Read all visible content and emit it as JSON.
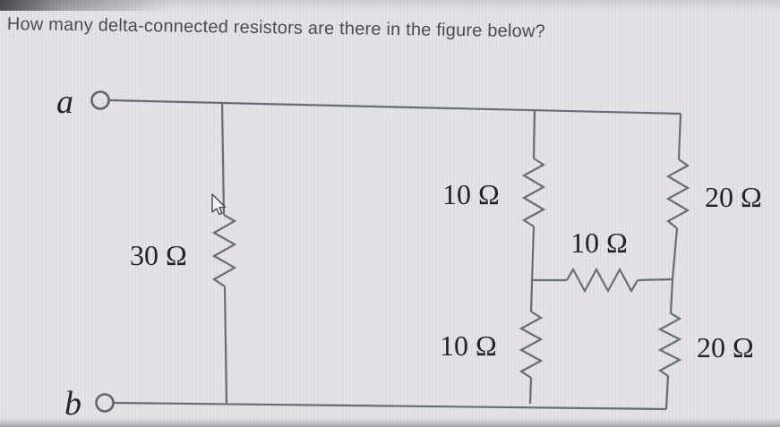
{
  "question": {
    "text": "How many delta-connected resistors are there in the figure below?"
  },
  "figure": {
    "terminals": [
      {
        "id": "a",
        "label": "a"
      },
      {
        "id": "b",
        "label": "b"
      }
    ],
    "resistors": [
      {
        "id": "r-30-left",
        "label": "30 Ω",
        "orientation": "vertical"
      },
      {
        "id": "r-10-top-mid",
        "label": "10 Ω",
        "orientation": "vertical"
      },
      {
        "id": "r-10-middle",
        "label": "10 Ω",
        "orientation": "horizontal"
      },
      {
        "id": "r-10-bottom-mid",
        "label": "10 Ω",
        "orientation": "vertical"
      },
      {
        "id": "r-20-top-right",
        "label": "20 Ω",
        "orientation": "vertical"
      },
      {
        "id": "r-20-bottom-right",
        "label": "20 Ω",
        "orientation": "vertical"
      }
    ],
    "colors": {
      "background": "#e2e0e3",
      "wire": "#666d75",
      "resistor_label": "#22222a",
      "question_text": "#4a4a50",
      "cursor_fill": "#f2f1f4"
    }
  }
}
